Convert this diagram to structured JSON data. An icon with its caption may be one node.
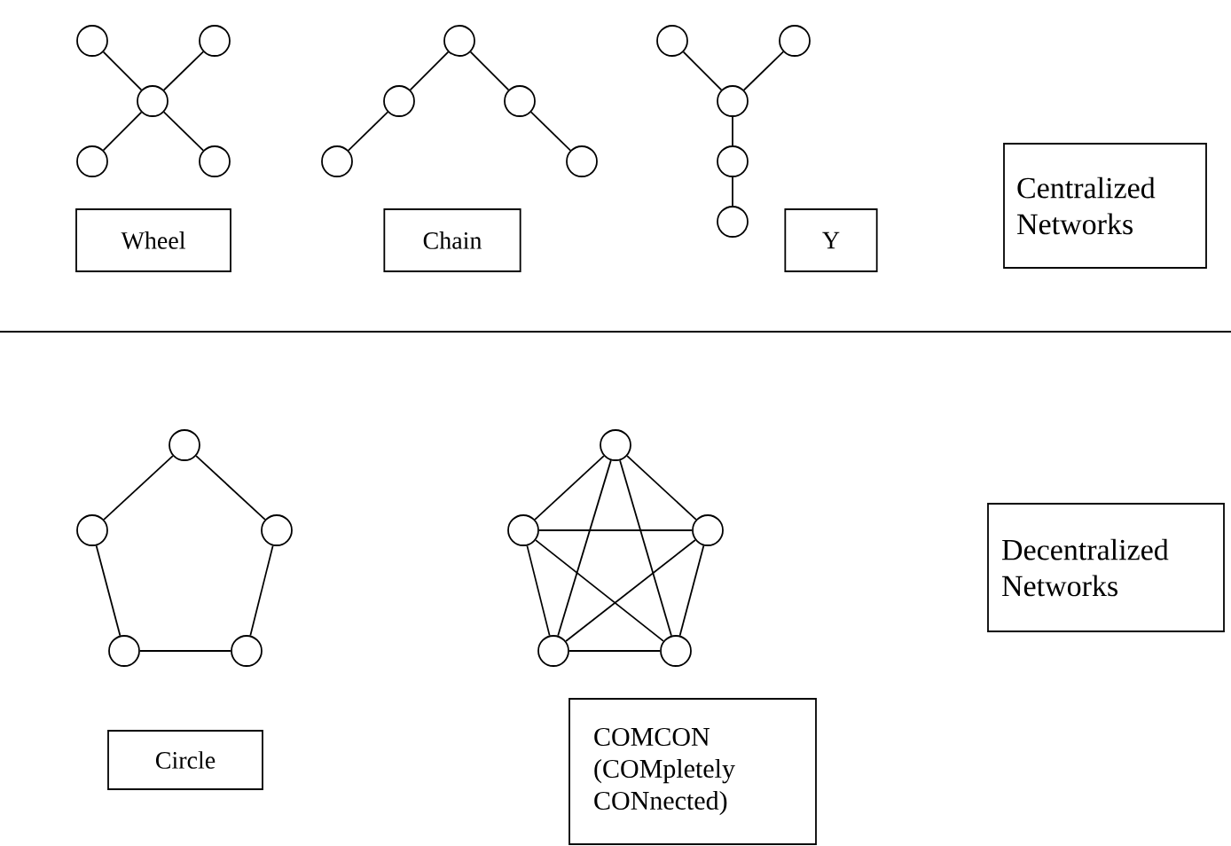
{
  "diagram": {
    "nodes": [
      {
        "text": [],
        "shape": "circle"
      },
      {
        "text": [],
        "shape": "circle"
      },
      {
        "text": [],
        "shape": "circle"
      },
      {
        "text": [],
        "shape": "circle"
      },
      {
        "text": [],
        "shape": "circle"
      },
      {
        "text": [
          "Wheel"
        ]
      },
      {
        "text": [],
        "shape": "circle"
      },
      {
        "text": [],
        "shape": "circle"
      },
      {
        "text": [],
        "shape": "circle"
      },
      {
        "text": [],
        "shape": "circle"
      },
      {
        "text": [],
        "shape": "circle"
      },
      {
        "text": [
          "Chain"
        ]
      },
      {
        "text": [],
        "shape": "circle"
      },
      {
        "text": [],
        "shape": "circle"
      },
      {
        "text": [],
        "shape": "circle"
      },
      {
        "text": [],
        "shape": "circle"
      },
      {
        "text": [],
        "shape": "circle"
      },
      {
        "text": [
          "Y"
        ]
      },
      {
        "text": [
          "Centralized Networks"
        ]
      },
      {
        "text": [],
        "shape": "circle"
      },
      {
        "text": [],
        "shape": "circle"
      },
      {
        "text": [],
        "shape": "circle"
      },
      {
        "text": [],
        "shape": "circle"
      },
      {
        "text": [],
        "shape": "circle"
      },
      {
        "text": [
          "Circle"
        ]
      },
      {
        "text": [],
        "shape": "circle"
      },
      {
        "text": [],
        "shape": "circle"
      },
      {
        "text": [],
        "shape": "circle"
      },
      {
        "text": [],
        "shape": "circle"
      },
      {
        "text": [],
        "shape": "circle"
      },
      {
        "text": [
          "COMCON (COMpletely CONnected)"
        ]
      },
      {
        "text": [
          "Decentralized Networks"
        ]
      }
    ],
    "edges": [
      {
        "from": 0,
        "to": 2,
        "arrow": "none"
      },
      {
        "from": 1,
        "to": 2,
        "arrow": "none"
      },
      {
        "from": 2,
        "to": 3,
        "arrow": "none"
      },
      {
        "from": 2,
        "to": 4,
        "arrow": "none"
      },
      {
        "from": 9,
        "to": 7,
        "arrow": "none"
      },
      {
        "from": 7,
        "to": 6,
        "arrow": "none"
      },
      {
        "from": 6,
        "to": 8,
        "arrow": "none"
      },
      {
        "from": 8,
        "to": 10,
        "arrow": "none"
      },
      {
        "from": 12,
        "to": 14,
        "arrow": "none"
      },
      {
        "from": 13,
        "to": 14,
        "arrow": "none"
      },
      {
        "from": 14,
        "to": 15,
        "arrow": "none"
      },
      {
        "from": 15,
        "to": 16,
        "arrow": "none"
      },
      {
        "from": 19,
        "to": 20,
        "arrow": "none"
      },
      {
        "from": 19,
        "to": 21,
        "arrow": "none"
      },
      {
        "from": 20,
        "to": 22,
        "arrow": "none"
      },
      {
        "from": 21,
        "to": 23,
        "arrow": "none"
      },
      {
        "from": 22,
        "to": 23,
        "arrow": "none"
      },
      {
        "from": 25,
        "to": 26,
        "arrow": "none"
      },
      {
        "from": 25,
        "to": 27,
        "arrow": "none"
      },
      {
        "from": 25,
        "to": 28,
        "arrow": "none"
      },
      {
        "from": 25,
        "to": 29,
        "arrow": "none"
      },
      {
        "from": 26,
        "to": 27,
        "arrow": "none"
      },
      {
        "from": 26,
        "to": 28,
        "arrow": "none"
      },
      {
        "from": 26,
        "to": 29,
        "arrow": "none"
      },
      {
        "from": 27,
        "to": 28,
        "arrow": "none"
      },
      {
        "from": 27,
        "to": 29,
        "arrow": "none"
      },
      {
        "from": 28,
        "to": 29,
        "arrow": "none"
      }
    ]
  }
}
